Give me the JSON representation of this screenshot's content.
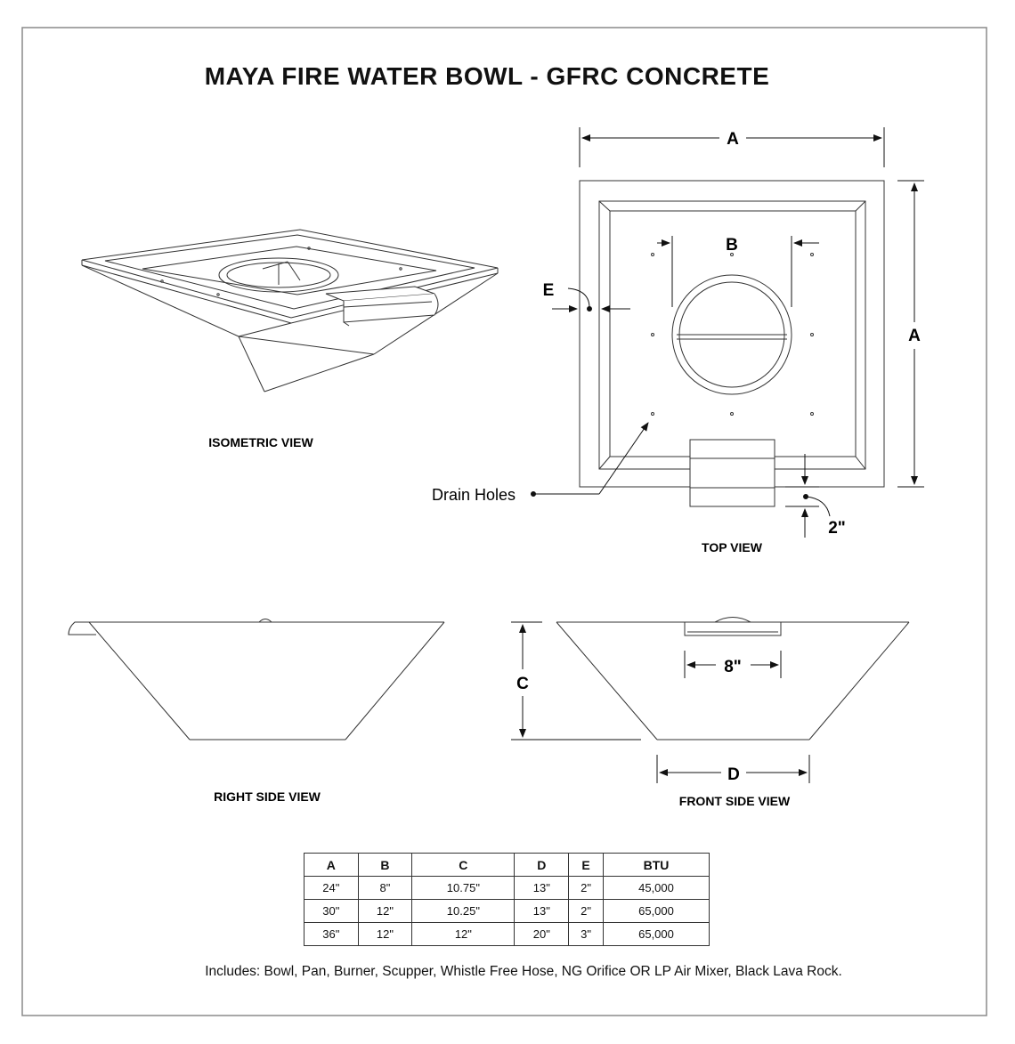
{
  "title": "MAYA FIRE WATER BOWL - GFRC CONCRETE",
  "views": {
    "isometric": "ISOMETRIC VIEW",
    "top": "TOP VIEW",
    "right_side": "RIGHT SIDE VIEW",
    "front_side": "FRONT SIDE VIEW"
  },
  "dimension_labels": {
    "a_top": "A",
    "a_side": "A",
    "b": "B",
    "e": "E",
    "c": "C",
    "d": "D",
    "scupper_gap": "2\"",
    "scupper_width": "8\""
  },
  "callouts": {
    "drain_holes": "Drain Holes"
  },
  "spec_table": {
    "headers": [
      "A",
      "B",
      "C",
      "D",
      "E",
      "BTU"
    ],
    "rows": [
      [
        "24\"",
        "8\"",
        "10.75\"",
        "13\"",
        "2\"",
        "45,000"
      ],
      [
        "30\"",
        "12\"",
        "10.25\"",
        "13\"",
        "2\"",
        "65,000"
      ],
      [
        "36\"",
        "12\"",
        "12\"",
        "20\"",
        "3\"",
        "65,000"
      ]
    ]
  },
  "includes": "Includes: Bowl, Pan, Burner, Scupper, Whistle Free Hose, NG Orifice OR LP Air Mixer,  Black Lava Rock.",
  "colors": {
    "line": "#333333",
    "frame": "#8a8a8a",
    "background": "#ffffff"
  }
}
